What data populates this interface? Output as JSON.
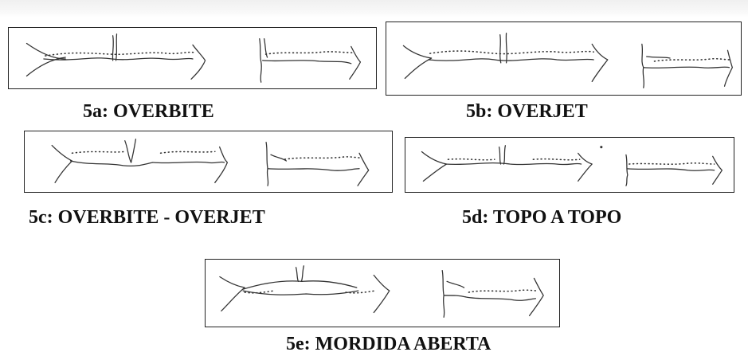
{
  "figure": {
    "panels": [
      {
        "id": "5a",
        "caption": "5a: OVERBITE"
      },
      {
        "id": "5b",
        "caption": "5b: OVERJET"
      },
      {
        "id": "5c",
        "caption": "5c: OVERBITE - OVERJET"
      },
      {
        "id": "5d",
        "caption": "5d: TOPO A TOPO"
      },
      {
        "id": "5e",
        "caption": "5e: MORDIDA ABERTA"
      }
    ]
  }
}
